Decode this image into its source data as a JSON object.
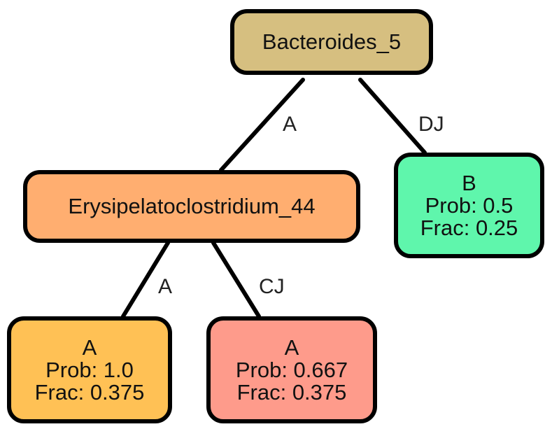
{
  "colors": {
    "root_fill": "#d6bf80",
    "ery_fill": "#ffae70",
    "b_fill": "#5ff6ac",
    "a1_fill": "#ffc155",
    "a2_fill": "#fe9b8b",
    "edge": "#000000"
  },
  "nodes": {
    "root": {
      "label": "Bacteroides_5"
    },
    "ery": {
      "label": "Erysipelatoclostridium_44"
    },
    "b": {
      "class": "B",
      "prob": "Prob: 0.5",
      "frac": "Frac: 0.25"
    },
    "a1": {
      "class": "A",
      "prob": "Prob: 1.0",
      "frac": "Frac: 0.375"
    },
    "a2": {
      "class": "A",
      "prob": "Prob: 0.667",
      "frac": "Frac: 0.375"
    }
  },
  "edges": {
    "root_ery": "A",
    "root_b": "DJ",
    "ery_a1": "A",
    "ery_a2": "CJ"
  }
}
